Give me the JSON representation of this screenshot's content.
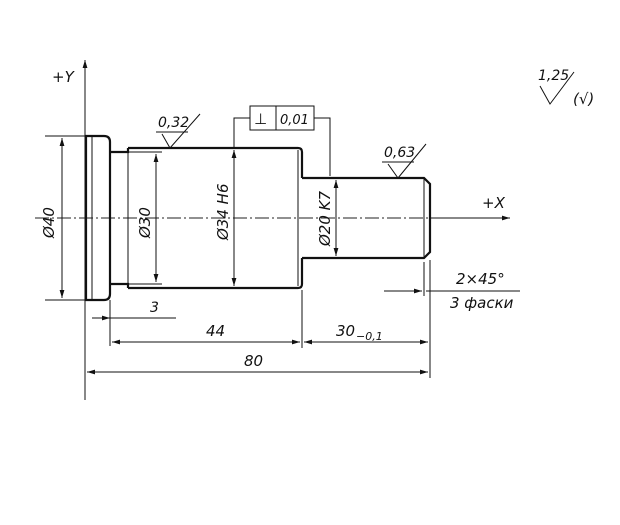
{
  "axes": {
    "y_label": "+Y",
    "x_label": "+X"
  },
  "roughness": {
    "general": "1,25",
    "other": "(√)"
  },
  "labels": {
    "roughness_collar": "0,32",
    "roughness_pin": "0,63",
    "perpendicularity_value": "0,01",
    "perpendicularity_symbol": "⊥"
  },
  "dimensions": {
    "flange_diameter": "Ø40",
    "shoulder_diameter": "Ø30",
    "main_diameter": "Ø34 H6",
    "pin_diameter": "Ø20 K7",
    "groove_width": "3",
    "main_length": "44",
    "pin_length": "30",
    "pin_length_tolerance": "−0,1",
    "total_length": "80"
  },
  "chamfer": {
    "size": "2×45°",
    "note": "3 фаски"
  }
}
